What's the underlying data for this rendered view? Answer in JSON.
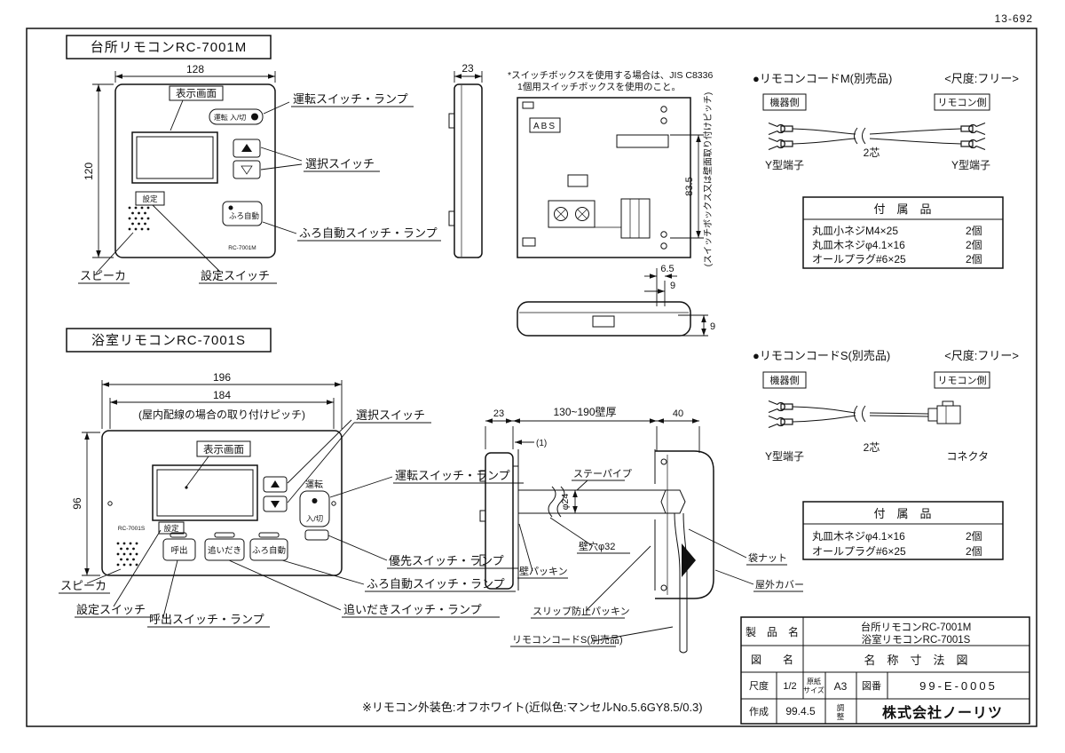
{
  "meta": {
    "doc_number": "13-692",
    "color_note": "※リモコン外装色:オフホワイト(近似色:マンセルNo.5.6GY8.5/0.3)"
  },
  "kitchen": {
    "title": "台所リモコンRC-7001M",
    "dim_width": "128",
    "dim_height": "120",
    "dim_depth": "23",
    "display_label": "表示画面",
    "power_label": "運転スイッチ・ランプ",
    "select_label": "選択スイッチ",
    "auto_label": "ふろ自動スイッチ・ランプ",
    "speaker_label": "スピーカ",
    "setting_label": "設定スイッチ",
    "power_button": "運転 入/切",
    "setting_button": "設定",
    "auto_button": "ふろ自動",
    "model": "RC-7001M",
    "rear_note1": "*スイッチボックスを使用する場合は、JIS C8336",
    "rear_note2": "1個用スイッチボックスを使用のこと。",
    "abs": "ABS",
    "dim_pitch": "83.5",
    "pitch_note": "(スイッチボックス又は壁面取り付けピッチ)",
    "dim_65": "6.5",
    "dim_9a": "9",
    "dim_9b": "9"
  },
  "cord_m": {
    "title": "●リモコンコードM(別売品)",
    "scale": "<尺度:フリー>",
    "device_side": "機器側",
    "remote_side": "リモコン側",
    "core": "2芯",
    "terminal_left": "Y型端子",
    "terminal_right": "Y型端子"
  },
  "accessories_m": {
    "title": "付　属　品",
    "rows": [
      {
        "name": "丸皿小ネジM4×25",
        "qty": "2個"
      },
      {
        "name": "丸皿木ネジφ4.1×16",
        "qty": "2個"
      },
      {
        "name": "オールプラグ#6×25",
        "qty": "2個"
      }
    ]
  },
  "bath": {
    "title": "浴室リモコンRC-7001S",
    "dim_width": "196",
    "dim_pitch": "184",
    "pitch_note": "(屋内配線の場合の取り付けピッチ)",
    "dim_height": "96",
    "display_label": "表示画面",
    "select_label": "選択スイッチ",
    "power_label": "運転スイッチ・ランプ",
    "priority_label": "優先スイッチ・ランプ",
    "auto_label": "ふろ自動スイッチ・ランプ",
    "reheat_label": "追いだきスイッチ・ランプ",
    "call_label": "呼出スイッチ・ランプ",
    "setting_label": "設定スイッチ",
    "speaker_label": "スピーカ",
    "power_button": "運転",
    "power_onoff": "入/切",
    "call_button": "呼出",
    "reheat_button": "追いだき",
    "auto_button": "ふろ自動",
    "setting_button": "設定",
    "model": "RC-7001S"
  },
  "install": {
    "dim_depth": "23",
    "dim_wall": "130~190壁厚",
    "dim_cover": "40",
    "dim_one": "(1)",
    "stay_pipe": "ステーパイプ",
    "pipe_dia": "φ24",
    "wall_hole": "壁穴φ32",
    "wall_packing": "壁パッキン",
    "slip_packing": "スリップ防止パッキン",
    "cord": "リモコンコードS(別売品)",
    "bag_nut": "袋ナット",
    "outdoor_cover": "屋外カバー"
  },
  "cord_s": {
    "title": "●リモコンコードS(別売品)",
    "scale": "<尺度:フリー>",
    "device_side": "機器側",
    "remote_side": "リモコン側",
    "core": "2芯",
    "terminal_left": "Y型端子",
    "terminal_right": "コネクタ"
  },
  "accessories_s": {
    "title": "付　属　品",
    "rows": [
      {
        "name": "丸皿木ネジφ4.1×16",
        "qty": "2個"
      },
      {
        "name": "オールプラグ#6×25",
        "qty": "2個"
      }
    ]
  },
  "title_block": {
    "product_label": "製　品　名",
    "product_line1": "台所リモコンRC-7001M",
    "product_line2": "浴室リモコンRC-7001S",
    "drawing_label": "図　　名",
    "drawing_name": "名　称　寸　法　図",
    "scale_label": "尺度",
    "scale_value": "1/2",
    "paper_label1": "原紙",
    "paper_label2": "サイズ",
    "paper_value": "A3",
    "fig_label": "図番",
    "fig_value": "99-E-0005",
    "created_label": "作成",
    "created_value": "99.4.5",
    "adjust_label1": "調",
    "adjust_label2": "整",
    "company": "株式会社ノーリツ"
  }
}
